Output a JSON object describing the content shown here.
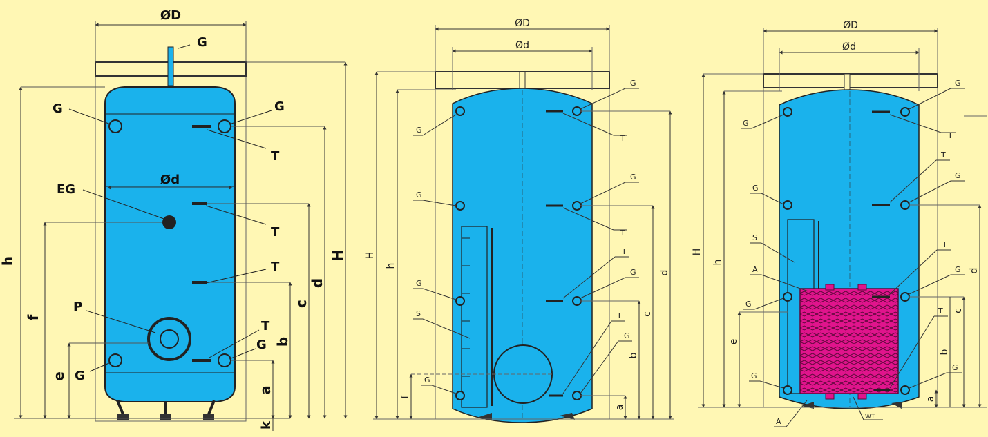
{
  "colors": {
    "background": "#fff7b4",
    "tank_fill": "#1ab2ec",
    "coil_fill": "#e0148c",
    "outline": "#1a1a1a",
    "dimension_line": "#333333"
  },
  "diagram_1": {
    "dim_top": "ØD",
    "inner_dim": "Ød",
    "left_dims": [
      "h",
      "f",
      "e"
    ],
    "right_dims": [
      "H",
      "d",
      "c",
      "b",
      "a",
      "k"
    ],
    "connections": {
      "top": "G",
      "upper_left": "G",
      "upper_right": "G",
      "electric_heater": "EG",
      "flange": "P",
      "lower_left": "G",
      "lower_right": "G"
    },
    "sensors": [
      "T",
      "T",
      "T",
      "T"
    ]
  },
  "diagram_2": {
    "dim_top": "ØD",
    "inner_dim": "Ød",
    "left_dims": [
      "H",
      "h",
      "f"
    ],
    "right_dims": [
      "d",
      "c",
      "b",
      "a"
    ],
    "connections_left": [
      "G",
      "G",
      "G",
      "G"
    ],
    "connections_right": [
      "G",
      "G",
      "G",
      "G"
    ],
    "sensors": [
      "T",
      "T",
      "T",
      "T"
    ],
    "stratifier": "S"
  },
  "diagram_3": {
    "dim_top": "ØD",
    "inner_dim": "Ød",
    "left_dims": [
      "H",
      "h",
      "e"
    ],
    "right_dims": [
      "d",
      "c",
      "b",
      "a"
    ],
    "connections_left": [
      "G",
      "G",
      "G",
      "G"
    ],
    "connections_right": [
      "G",
      "G",
      "G",
      "G"
    ],
    "sensors": [
      "T",
      "T",
      "T",
      "T"
    ],
    "stratifier": "S",
    "coil_connection_top": "A",
    "coil_connection_bottom": "A",
    "heat_exchanger": "WT"
  }
}
